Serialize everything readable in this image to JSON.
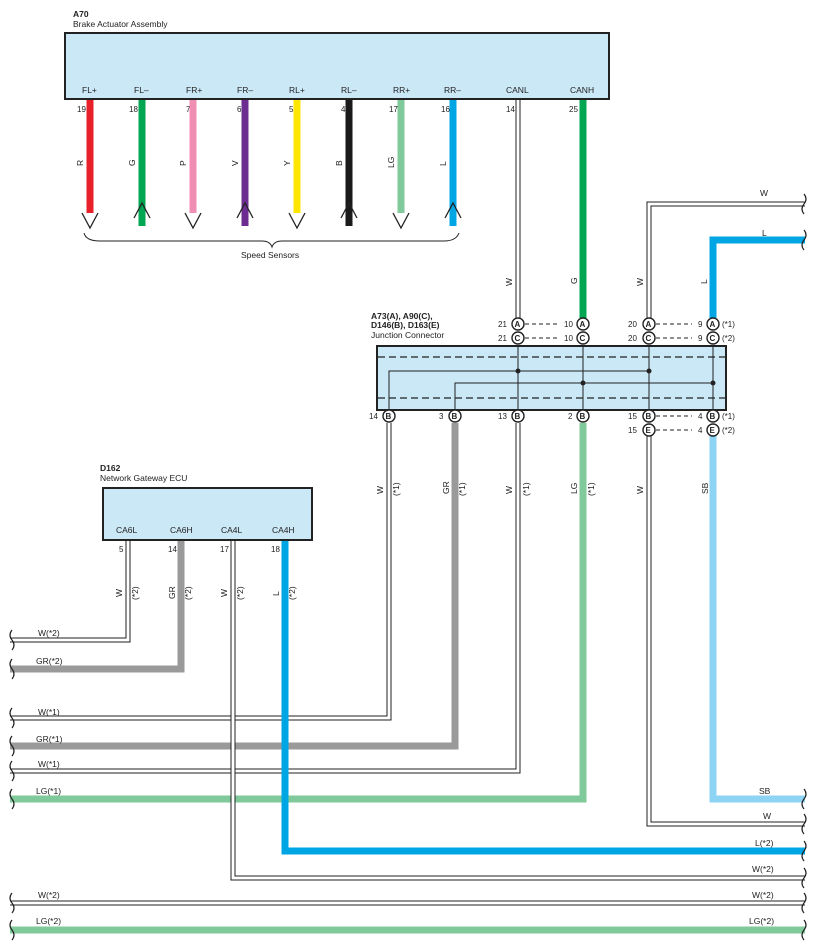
{
  "colors": {
    "box_fill": "#cbe8f7",
    "R": "#e8202a",
    "G": "#00a651",
    "P": "#f08db2",
    "V": "#6c2c91",
    "Y": "#ffe600",
    "B": "#1a1a1a",
    "LG": "#7fc99a",
    "L": "#00a5e3",
    "GR": "#9a9a9a",
    "W": "#ffffff",
    "SB": "#8dd3f4"
  },
  "a70": {
    "code": "A70",
    "name": "Brake Actuator Assembly",
    "pins": [
      {
        "label": "FL+",
        "num": "19",
        "color": "R"
      },
      {
        "label": "FL–",
        "num": "18",
        "color": "G"
      },
      {
        "label": "FR+",
        "num": "7",
        "color": "P"
      },
      {
        "label": "FR–",
        "num": "6",
        "color": "V"
      },
      {
        "label": "RL+",
        "num": "5",
        "color": "Y"
      },
      {
        "label": "RL–",
        "num": "4",
        "color": "B"
      },
      {
        "label": "RR+",
        "num": "17",
        "color": "LG"
      },
      {
        "label": "RR–",
        "num": "16",
        "color": "L"
      },
      {
        "label": "CANL",
        "num": "14",
        "color": "W"
      },
      {
        "label": "CANH",
        "num": "25",
        "color": "G"
      }
    ],
    "speed_sensors": "Speed Sensors"
  },
  "junction": {
    "code_line1": "A73(A), A90(C),",
    "code_line2": "D146(B), D163(E)",
    "name": "Junction Connector",
    "top": [
      {
        "num": "21",
        "letter": "A",
        "num2": "10",
        "letter2": "A"
      },
      {
        "num": "21",
        "letter": "C",
        "num2": "10",
        "letter2": "C"
      }
    ],
    "top_right": [
      {
        "num": "20",
        "letter": "A",
        "num2": "9",
        "letter2": "A",
        "note": "(*1)"
      },
      {
        "num": "20",
        "letter": "C",
        "num2": "9",
        "letter2": "C",
        "note": "(*2)"
      }
    ],
    "bottom": [
      {
        "num": "14",
        "letter": "B"
      },
      {
        "num": "3",
        "letter": "B"
      },
      {
        "num": "13",
        "letter": "B"
      },
      {
        "num": "2",
        "letter": "B"
      },
      {
        "num": "15",
        "letter": "B"
      },
      {
        "num": "15",
        "letter": "E"
      }
    ],
    "bottom_right": [
      {
        "num": "4",
        "letter": "B",
        "note": "(*1)"
      },
      {
        "num": "4",
        "letter": "E",
        "note": "(*2)"
      }
    ]
  },
  "d162": {
    "code": "D162",
    "name": "Network Gateway ECU",
    "pins": [
      {
        "label": "CA6L",
        "num": "5",
        "color": "W",
        "note": "(*2)"
      },
      {
        "label": "CA6H",
        "num": "14",
        "color": "GR",
        "note": "(*2)"
      },
      {
        "label": "CA4L",
        "num": "17",
        "color": "W",
        "note": "(*2)"
      },
      {
        "label": "CA4H",
        "num": "18",
        "color": "L",
        "note": "(*2)"
      }
    ]
  },
  "wire_labels": {
    "w_top": "W",
    "l_top": "L",
    "canl": "W",
    "canh": "G",
    "j20": "W",
    "j9": "L",
    "jb14": "W",
    "jb3": "GR",
    "jb13": "W",
    "jb2": "LG",
    "jb15": "W",
    "jb4": "SB",
    "note1": "(*1)",
    "sb": "SB",
    "w_r": "W",
    "l2_r": "L(*2)",
    "w2_r": "W(*2)",
    "w2_r2": "W(*2)",
    "lg2_r": "LG(*2)",
    "l_w2": "W(*2)",
    "l_gr2": "GR(*2)",
    "l_w1": "W(*1)",
    "l_gr1": "GR(*1)",
    "l_w1b": "W(*1)",
    "l_lg1": "LG(*1)",
    "l_w2b": "W(*2)",
    "l_lg2": "LG(*2)"
  }
}
